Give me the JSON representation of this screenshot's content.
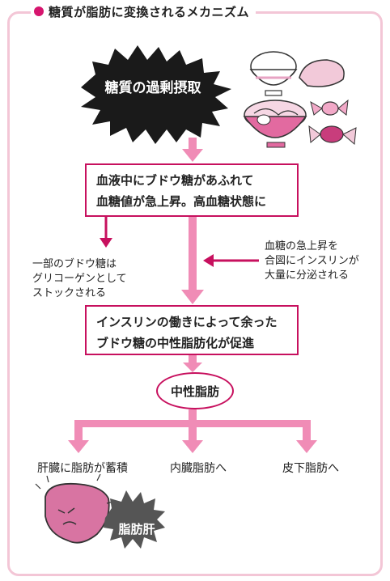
{
  "header": {
    "title": "糖質が脂肪に変換されるメカニズム"
  },
  "burst": {
    "label": "糖質の過剰摂取"
  },
  "step1": {
    "line1": "血液中にブドウ糖があふれて",
    "line2": "血糖値が急上昇。高血糖状態に"
  },
  "note_left": {
    "line1": "一部のブドウ糖は",
    "line2": "グリコーゲンとして",
    "line3": "ストックされる"
  },
  "note_right": {
    "line1": "血糖の急上昇を",
    "line2": "合図にインスリンが",
    "line3": "大量に分泌される"
  },
  "step2": {
    "line1": "インスリンの働きによって余った",
    "line2": "ブドウ糖の中性脂肪化が促進"
  },
  "oval": {
    "label": "中性脂肪"
  },
  "destinations": [
    "肝臓に脂肪が蓄積",
    "内臓脂肪へ",
    "皮下脂肪へ"
  ],
  "fatty_liver": {
    "label": "脂肪肝"
  },
  "colors": {
    "accent": "#c7105e",
    "arrow": "#f08cb6",
    "frame": "#f3c6d6",
    "dot": "#d6156e"
  }
}
